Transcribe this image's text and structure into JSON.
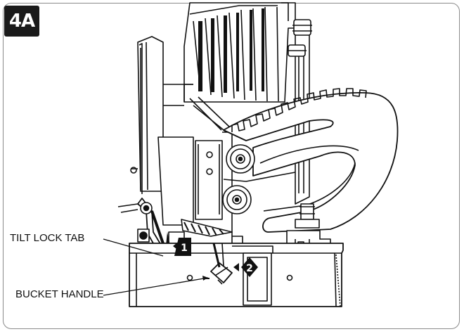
{
  "figure": {
    "badge": "4A",
    "callouts": {
      "tilt_lock_tab": "TILT LOCK TAB",
      "bucket_handle": "BUCKET HANDLE"
    },
    "step_markers": [
      "1",
      "2"
    ],
    "colors": {
      "ink": "#111111",
      "frame": "#8a8a8a",
      "badge_bg": "#1a1a1a"
    }
  }
}
